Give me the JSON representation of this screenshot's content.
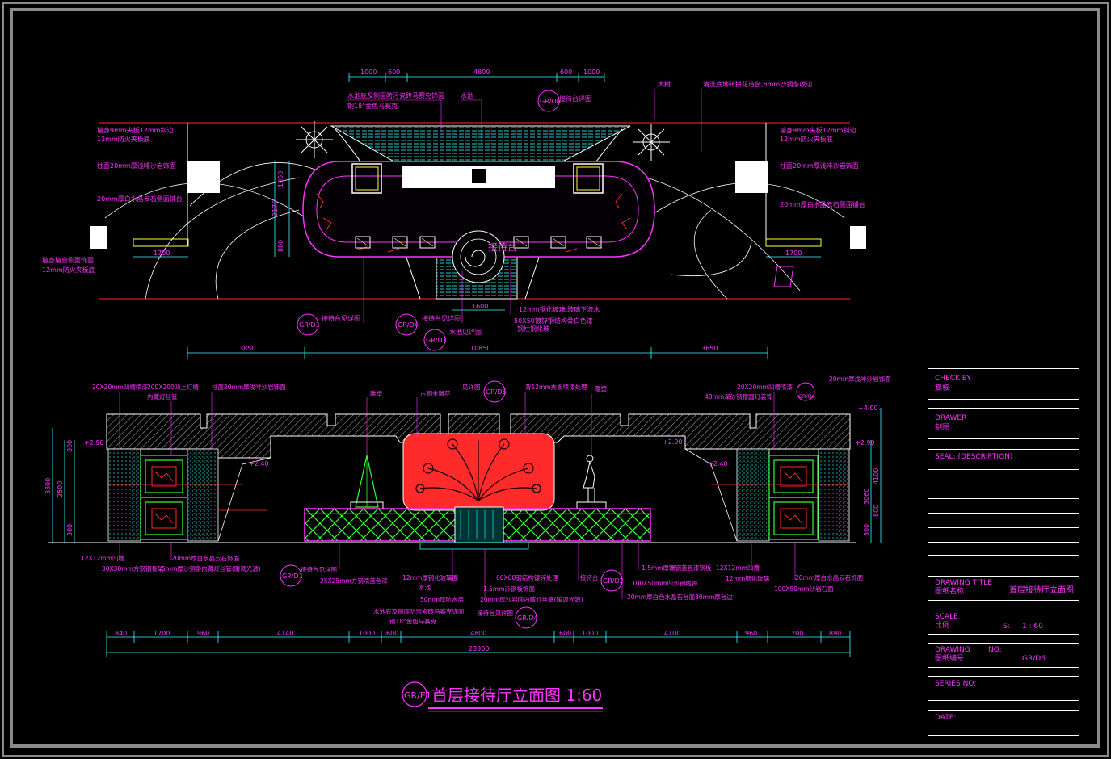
{
  "colors": {
    "background": "#000000",
    "frame": "#ffffff",
    "frame_outer": "#8a8a8a",
    "magenta": "#ff33ff",
    "cyan": "#33ffff",
    "red": "#ff2a2a",
    "green": "#33ff33",
    "yellow": "#ffff33",
    "white": "#ffffff",
    "gray": "#9a9a9a"
  },
  "plan": {
    "top_dims": [
      "1000",
      "600",
      "4800",
      "600",
      "1000"
    ],
    "bottom_dims": [
      "3850",
      "10850",
      "3650"
    ],
    "side_dims": [
      "1700",
      "1700"
    ],
    "vertical_dims": [
      "1050",
      "2170",
      "800"
    ],
    "center_dim": "1600",
    "reception_label": "接待台",
    "annotations": [
      "水池底及侧面防污瓷砖马赛克饰面",
      "铜18°金色马赛克",
      "水池",
      "接待台详图",
      "大树",
      "清洗底地砖拼花造台,6mm沙钢条收边",
      "墙身9mm夹板12mm斜边",
      "12mm防火夹板底",
      "柱面20mm厚浅啡沙岩饰面",
      "20mm厚白水晶云石侧面铺台",
      "墙身9mm夹板12mm斜边",
      "12mm防火夹板底",
      "柱面20mm厚浅啡沙岩饰面",
      "20mm厚白水晶云石侧面铺台",
      "墙身墙台侧面饰面",
      "12mm防火夹板底",
      "接待台见详图",
      "接待台见详图",
      "水池见详图",
      "12mm钢化玻璃,玻璃下流水",
      "50X50镀锌钢结构骨白色漆",
      "钢柱钢化玻"
    ],
    "tags": [
      "GR/D6",
      "GR/D1",
      "GR/D4",
      "GR/D3"
    ]
  },
  "elevation": {
    "bottom_dims": [
      "840",
      "1700",
      "960",
      "4140",
      "1000",
      "600",
      "4800",
      "600",
      "1000",
      "4100",
      "960",
      "1700",
      "890"
    ],
    "total_dim": "23300",
    "height_dims_left": [
      "3600",
      "2500",
      "800",
      "300"
    ],
    "height_dims_right": [
      "4100",
      "3060",
      "800",
      "300"
    ],
    "elevations": [
      "+2.90",
      "+2.90",
      "+2.40",
      "+2.40",
      "+2.90",
      "+4.00"
    ],
    "tags": [
      "GR/D6",
      "GR/D1",
      "GR/D4",
      "GR/D2",
      "GR/D6"
    ],
    "annotations": [
      "20X20mm凹槽喷漆",
      "200X200凹上灯槽",
      "内藏灯丝管",
      "柱面20mm厚浅啡沙岩饰面",
      "雕塑",
      "古铜金雕花",
      "见详图",
      "背12mm夹板喷漆处理",
      "雕塑",
      "20X20mm凹槽喷漆",
      "48mm深砂钢槽圆灯装饰",
      "20mm厚浅啡沙岩饰面",
      "12X12mm凹槽",
      "30X30mm方钢钢骨架",
      "20mm厚白水晶云石饰面",
      "5mm厚沙铜条内藏灯丝管(暖调光源)",
      "接待台见详图",
      "25X25mm方钢喷蓝色漆",
      "12mm厚钢化玻璃面",
      "水池",
      "50mm厚防水层",
      "水池底及侧面防污瓷砖马赛克饰面",
      "铜18°金色马赛克",
      "60X60钢结构镀锌处理",
      "1.5mm沙钢板饰面",
      "20mm厚沙岩面内藏灯丝管(暖调光源)",
      "接待台见详图",
      "接待台",
      "1.5mm厚镶钢蓝色漆钢板",
      "100X50mm凹沙钢线脚",
      "20mm厚白色水晶石台面30mm厚台边",
      "12X12mm凹槽",
      "12mm钢化玻璃",
      "100X50mm沙岩石面",
      "20mm厚白水晶云石饰面"
    ],
    "title": "首层接待厅立面图 1:60",
    "title_tag": "GR/E1"
  },
  "title_block": {
    "check_by_en": "CHECK BY",
    "check_by_cn": "复核",
    "drawer_en": "DRAWER",
    "drawer_cn": "制图",
    "seal_en": "SEAL: (DESCRIPTION)",
    "drawing_title_en": "DRAWING TITLE",
    "drawing_title_cn": "图纸名称",
    "drawing_title_value": "首层接待厅立面图",
    "scale_en": "SCALE",
    "scale_cn": "比例",
    "scale_prefix": "S:",
    "scale_value": "1 : 60",
    "drawing_no_en": "DRAWING",
    "drawing_no_en2": "NO:",
    "drawing_no_cn": "图纸编号",
    "drawing_no_value": "GR/D6",
    "series_no_en": "SERIES NO:",
    "date_en": "DATE:"
  }
}
